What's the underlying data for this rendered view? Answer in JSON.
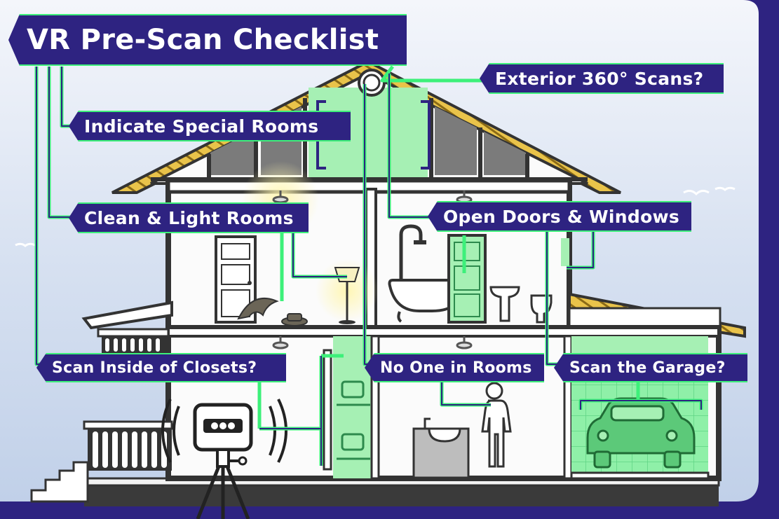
{
  "title": "VR Pre-Scan Checklist",
  "labels": {
    "exterior": "Exterior 360° Scans?",
    "special_rooms": "Indicate Special Rooms",
    "clean_light": "Clean & Light Rooms",
    "open_doors": "Open Doors & Windows",
    "closets": "Scan Inside of Closets?",
    "no_one": "No One in Rooms",
    "garage": "Scan the Garage?"
  },
  "colors": {
    "label_bg": "#2e2381",
    "highlight_green": "#3df07a",
    "room_green": "#a6f0b4",
    "frame_navy": "#2e2381",
    "sky": "#c9d7ec"
  }
}
